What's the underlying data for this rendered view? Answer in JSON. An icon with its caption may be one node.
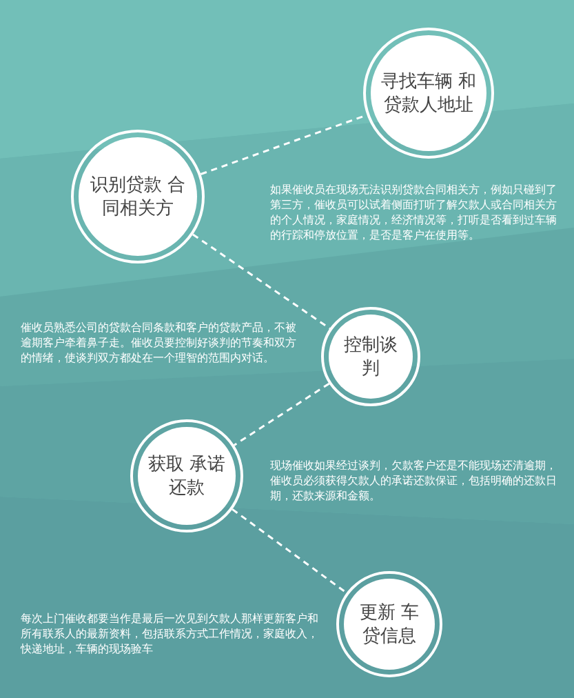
{
  "diagram": {
    "nodes": [
      {
        "text": [
          "寻找车辆 和贷款人地址"
        ]
      },
      {
        "text": [
          "识别贷款 合同相关方"
        ]
      },
      {
        "text": [
          "控制谈判"
        ]
      },
      {
        "text": [
          "获取 承诺还款"
        ]
      },
      {
        "text": [
          "更新 车贷信息"
        ]
      }
    ],
    "edges": [
      {
        "from": 1,
        "to": 0,
        "arrow": "none",
        "style": "dashed"
      },
      {
        "from": 1,
        "to": 2,
        "arrow": "none",
        "style": "dashed"
      },
      {
        "from": 2,
        "to": 3,
        "arrow": "none",
        "style": "dashed"
      },
      {
        "from": 3,
        "to": 4,
        "arrow": "none",
        "style": "dashed"
      }
    ],
    "labels": [
      "如果催收员在现场无法识别贷款合同相关方，例如只碰到了第三方，催收员可以试着侧面打听了解欠款人或合同相关方的个人情况，家庭情况，经济情况等，打听是否看到过车辆的行踪和停放位置，是否是客户在使用等。",
      "催收员熟悉公司的贷款合同条款和客户的贷款产品，不被逾期客户牵着鼻子走。催收员要控制好谈判的节奏和双方的情绪，使谈判双方都处在一个理智的范围内对话。",
      "现场催收如果经过谈判，欠款客户还是不能现场还清逾期，催收员必须获得欠款人的承诺还款保证，包括明确的还款日期，还款来源和金额。",
      "每次上门催收都要当作是最后一次见到欠款人那样更新客户和所有联系人的最新资料，包括联系方式工作情况，家庭收入，快递地址，车辆的现场验车"
    ]
  }
}
